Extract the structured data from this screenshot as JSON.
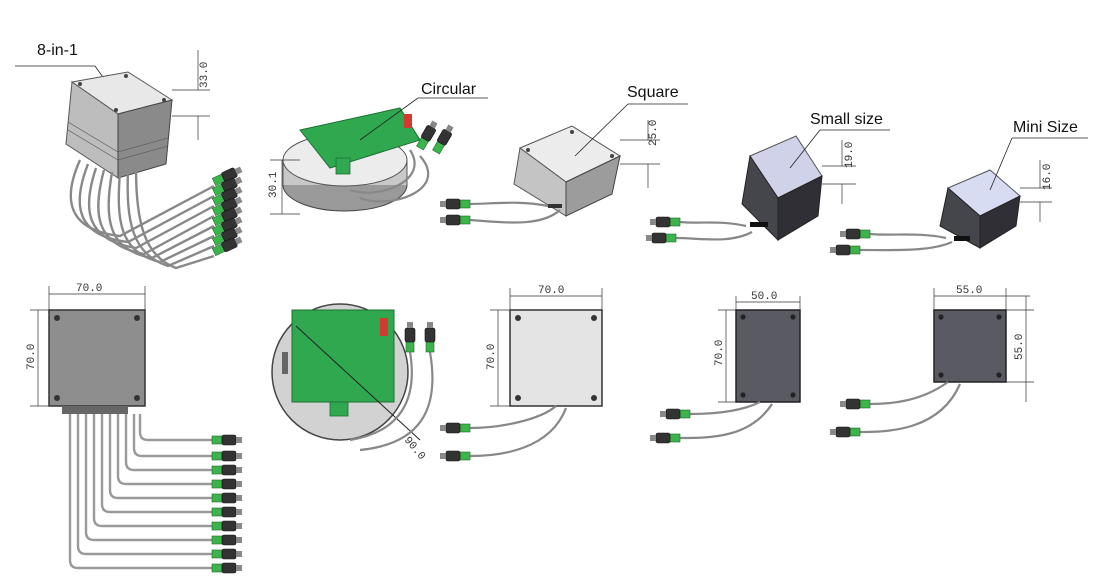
{
  "labels": {
    "eight_in_one": "8-in-1",
    "circular": "Circular",
    "square": "Square",
    "small": "Small size",
    "mini": "Mini Size"
  },
  "dims": {
    "eight_height": "33.0",
    "circular_height": "30.1",
    "square_height": "25.0",
    "small_height": "19.0",
    "mini_height": "16.0",
    "eight_width": "70.0",
    "eight_depth": "70.0",
    "circular_diameter": "90.0",
    "square_width": "70.0",
    "square_depth": "70.0",
    "small_width": "50.0",
    "small_depth": "70.0",
    "mini_width": "55.0",
    "mini_depth": "55.0"
  },
  "colors": {
    "pcb_green": "#2fa84f",
    "connector_green": "#3cb44b",
    "box_light": "#e6e6e6",
    "box_dark": "#3a3a40",
    "box_mini_top": "#d8dcf2",
    "box_small_top": "#cfd2e8"
  }
}
